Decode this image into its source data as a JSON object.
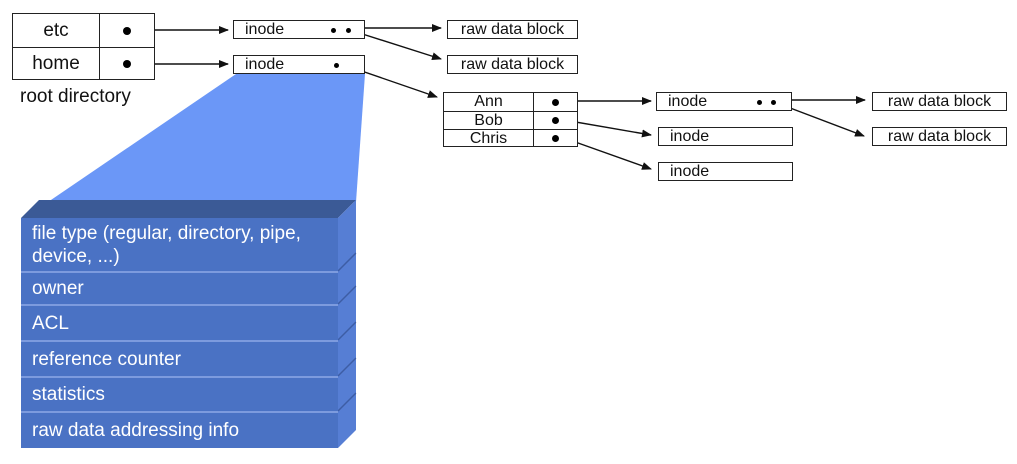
{
  "colors": {
    "funnel": "#6b97f7",
    "box_front": "#4a72c4",
    "box_top": "#3b5a96",
    "box_side": "#567ed4",
    "separator": "#7d9bde",
    "arrow": "#111111"
  },
  "labels": {
    "inode": "inode",
    "raw_data_block": "raw data block"
  },
  "root_directory": {
    "caption": "root directory",
    "entries": [
      "etc",
      "home"
    ]
  },
  "home_directory": {
    "entries": [
      "Ann",
      "Bob",
      "Chris"
    ]
  },
  "inode_detail": {
    "fields": [
      "file type (regular, directory, pipe,\ndevice, ...)",
      "owner",
      "ACL",
      "reference counter",
      "statistics",
      "raw data addressing info"
    ]
  }
}
